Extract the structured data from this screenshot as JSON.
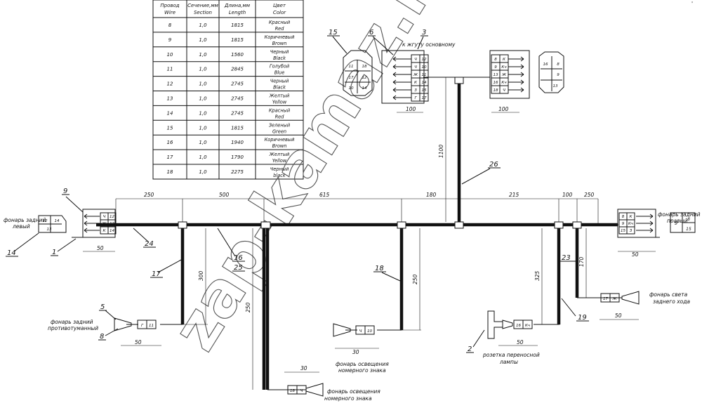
{
  "wire_table": {
    "headers": [
      [
        "Провод",
        "Wire"
      ],
      [
        "Сечение,мм",
        "Section"
      ],
      [
        "Длина,мм",
        "Length"
      ],
      [
        "Цвет",
        "Color"
      ]
    ],
    "rows": [
      {
        "wire": "8",
        "section": "1,0",
        "length": "1815",
        "color_ru": "Красный",
        "color_en": "Red"
      },
      {
        "wire": "9",
        "section": "1,0",
        "length": "1815",
        "color_ru": "Коричневый",
        "color_en": "Brown"
      },
      {
        "wire": "10",
        "section": "1,0",
        "length": "1560",
        "color_ru": "Черный",
        "color_en": "Black"
      },
      {
        "wire": "11",
        "section": "1,0",
        "length": "2845",
        "color_ru": "Голубой",
        "color_en": "Blue"
      },
      {
        "wire": "12",
        "section": "1,0",
        "length": "2745",
        "color_ru": "Черный",
        "color_en": "Black"
      },
      {
        "wire": "13",
        "section": "1,0",
        "length": "2745",
        "color_ru": "Желтый",
        "color_en": "Yellow"
      },
      {
        "wire": "14",
        "section": "1,0",
        "length": "2745",
        "color_ru": "Красный",
        "color_en": "Red"
      },
      {
        "wire": "15",
        "section": "1,0",
        "length": "1815",
        "color_ru": "Зеленый",
        "color_en": "Green"
      },
      {
        "wire": "16",
        "section": "1,0",
        "length": "1940",
        "color_ru": "Коричневый",
        "color_en": "Brown"
      },
      {
        "wire": "17",
        "section": "1,0",
        "length": "1790",
        "color_ru": "Желтый",
        "color_en": "Yellow"
      },
      {
        "wire": "18",
        "section": "1,0",
        "length": "2275",
        "color_ru": "Черный",
        "color_en": "black"
      }
    ]
  },
  "labels": {
    "to_main_harness": "к жгуту основному",
    "left_rear_lamp": [
      "фонарь задний",
      "левый"
    ],
    "right_rear_lamp": [
      "фонарь задний",
      "правый"
    ],
    "fog_lamp": [
      "фонарь задний",
      "противотуманный"
    ],
    "plate_lamp": [
      "фонарь освещения",
      "номерного знака"
    ],
    "reverse_lamp": [
      "фонарь света",
      "заднего хода"
    ],
    "portable_socket": [
      "розетка переносной",
      "лампы"
    ],
    "corner_mark": "'"
  },
  "callouts": {
    "c1": "1",
    "c2": "2",
    "c3": "3",
    "c5": "5",
    "c6": "6",
    "c8": "8",
    "c9": "9",
    "c14": "14",
    "c15": "15",
    "c16": "16",
    "c17": "17",
    "c18": "18",
    "c19": "19",
    "c23": "23",
    "c24": "24",
    "c25": "25",
    "c26": "26"
  },
  "dimensions": {
    "d_250_left": "250",
    "d_500": "500",
    "d_615": "615",
    "d_180": "180",
    "d_215": "215",
    "d_100_right": "100",
    "d_250_right": "250",
    "d_1100": "1100",
    "d_100_conn6": "100",
    "d_100_conn3": "100",
    "d_50_left": "50",
    "d_50_right": "50",
    "d_300": "300",
    "d_250_v": "250",
    "d_250_18": "250",
    "d_325": "325",
    "d_170": "170",
    "d_50_fog": "50",
    "d_30_plate": "30",
    "d_30_plate2": "30",
    "d_50_socket": "50",
    "d_50_reverse": "50"
  },
  "pins": {
    "conn_left": [
      [
        "Ч",
        "12"
      ],
      [
        "Ж",
        "13"
      ],
      [
        "К",
        "14"
      ]
    ],
    "lamp_left": [
      "12",
      "14",
      "13"
    ],
    "conn_right": [
      [
        "8",
        "К"
      ],
      [
        "9",
        "Кч"
      ],
      [
        "15",
        "З"
      ]
    ],
    "lamp_right": [
      "9",
      "8",
      "15"
    ],
    "conn6": [
      [
        "Ч",
        "12"
      ],
      [
        "Ч",
        "10"
      ],
      [
        "Ж",
        "11"
      ],
      [
        "К",
        "14"
      ],
      [
        "З",
        "15"
      ],
      [
        "Г",
        "17"
      ]
    ],
    "block15": [
      "11",
      "18",
      "17",
      "12",
      "10",
      "14"
    ],
    "conn3": [
      [
        "8",
        "К"
      ],
      [
        "9",
        "Кч"
      ],
      [
        "13",
        "Ж"
      ],
      [
        "16",
        "Кч"
      ],
      [
        "18",
        "Ч"
      ]
    ],
    "block_r": [
      "16",
      "8",
      "9",
      "13"
    ],
    "fog": [
      "Г",
      "11"
    ],
    "plate1": [
      "Ч",
      "10"
    ],
    "plate2": [
      "18",
      "Ч"
    ],
    "socket": [
      "16",
      "Кч"
    ],
    "reverse": [
      "17",
      "Ж"
    ]
  },
  "watermark": "zap-kamaz.ru"
}
